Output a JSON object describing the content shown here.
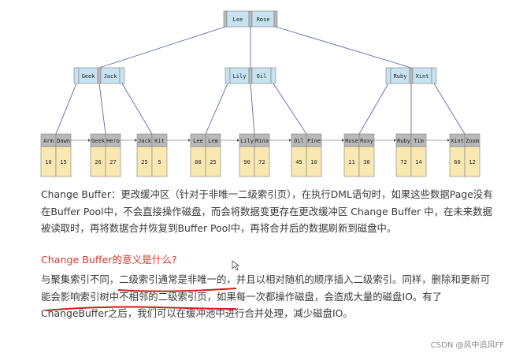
{
  "tree": {
    "colors": {
      "key_fill": "#c7e3f1",
      "gap_fill": "#b9b9b9",
      "value_fill": "#fae8b2",
      "edge": "#5a6aa8",
      "border": "#7f7f7f"
    },
    "root": {
      "keys": [
        "Lee",
        "Rose"
      ]
    },
    "internal": [
      {
        "keys": [
          "Geek",
          "Jack"
        ]
      },
      {
        "keys": [
          "Lily",
          "Oil"
        ]
      },
      {
        "keys": [
          "Ruby",
          "Xint"
        ]
      }
    ],
    "leaves": [
      {
        "keys": [
          "Arm",
          "Dawn"
        ],
        "values": [
          "10",
          "15"
        ]
      },
      {
        "keys": [
          "Geek",
          "Hero"
        ],
        "values": [
          "26",
          "27"
        ]
      },
      {
        "keys": [
          "Jack",
          "Kit"
        ],
        "values": [
          "25",
          "5"
        ]
      },
      {
        "keys": [
          "Lee",
          "Lem"
        ],
        "values": [
          "80",
          "25"
        ]
      },
      {
        "keys": [
          "Lily",
          "Mina"
        ],
        "values": [
          "90",
          "72"
        ]
      },
      {
        "keys": [
          "Oil",
          "Pine"
        ],
        "values": [
          "45",
          "10"
        ]
      },
      {
        "keys": [
          "Rose",
          "Roxy"
        ],
        "values": [
          "11",
          "30"
        ]
      },
      {
        "keys": [
          "Ruby",
          "Tim"
        ],
        "values": [
          "72",
          "14"
        ]
      },
      {
        "keys": [
          "Xint",
          "Zoom"
        ],
        "values": [
          "60",
          "12"
        ]
      }
    ]
  },
  "text": {
    "para1": "Change Buffer：更改缓冲区（针对于非唯一二级索引页），在执行DML语句时，如果这些数据Page没有在Buffer Pool中，不会直接操作磁盘，而会将数据变更存在更改缓冲区 Change Buffer 中，在未来数据被读取时，再将数据合并恢复到Buffer Pool中，再将合并后的数据刷新到磁盘中。",
    "heading": "Change Buffer的意义是什么?",
    "para2": "与聚集索引不同，二级索引通常是非唯一的，并且以相对随机的顺序插入二级索引。同样，删除和更新可能会影响索引树中不相邻的二级索引页，如果每一次都操作磁盘，会造成大量的磁盘IO。有了ChangeBuffer之后，我们可以在缓冲池中进行合并处理，减少磁盘IO。"
  },
  "watermark": "CSDN @风中追风FF"
}
